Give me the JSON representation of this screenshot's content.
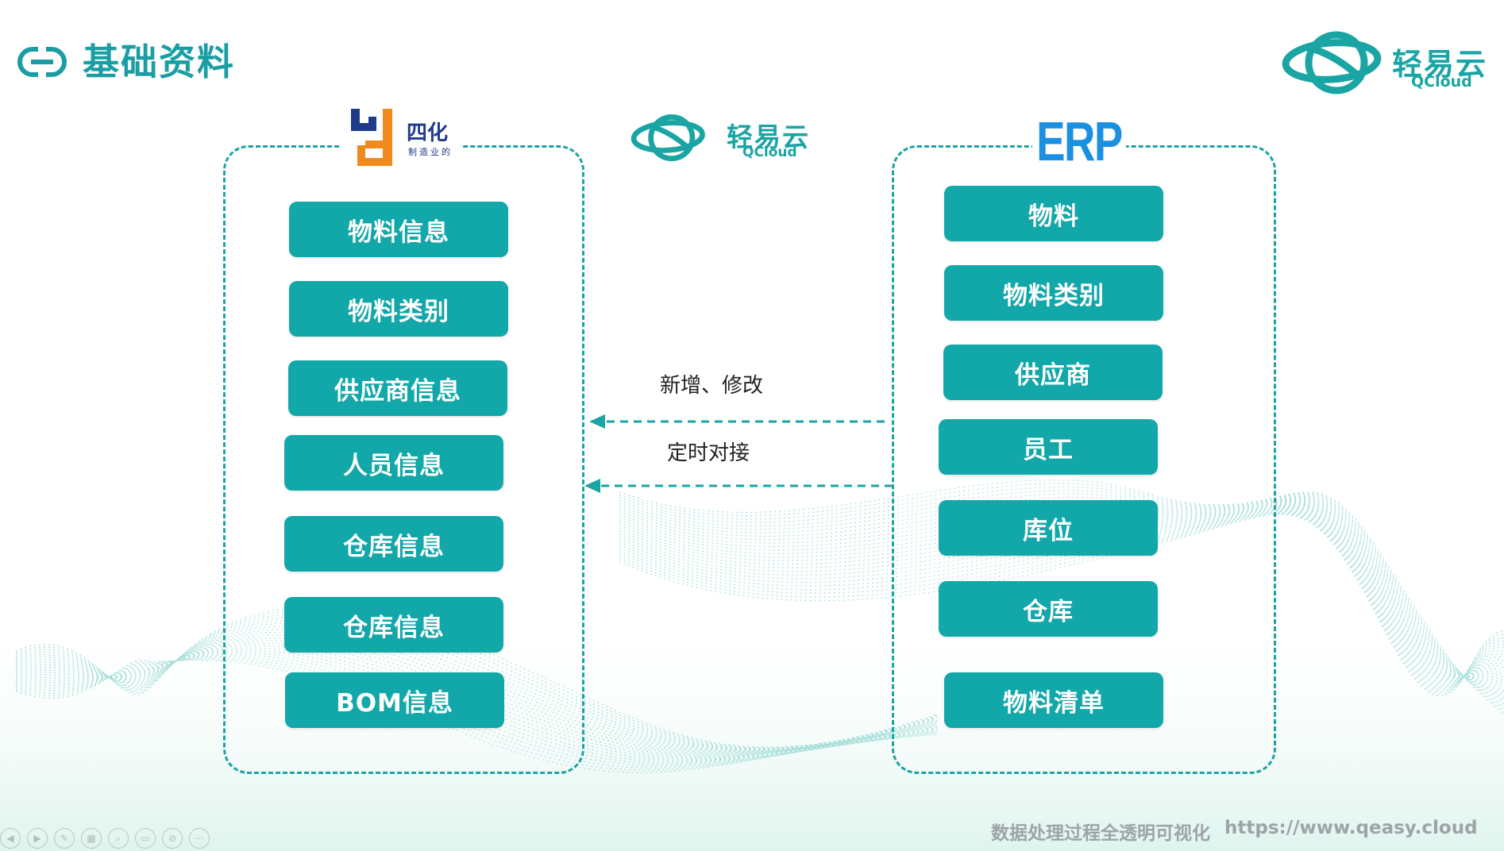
{
  "page": {
    "title": "基础资料"
  },
  "brands": {
    "top_right": {
      "name_cn": "轻易云",
      "name_en": "QCloud"
    },
    "center": {
      "name_cn": "轻易云",
      "name_en": "QCloud"
    },
    "left_logo": {
      "name": "四化",
      "tagline": "制造业的"
    },
    "right_logo": {
      "name": "ERP"
    }
  },
  "left_group": {
    "items": [
      {
        "label": "物料信息"
      },
      {
        "label": "物料类别"
      },
      {
        "label": "供应商信息"
      },
      {
        "label": "人员信息"
      },
      {
        "label": "仓库信息"
      },
      {
        "label": "仓库信息"
      },
      {
        "label": "BOM信息"
      }
    ]
  },
  "right_group": {
    "items": [
      {
        "label": "物料"
      },
      {
        "label": "物料类别"
      },
      {
        "label": "供应商"
      },
      {
        "label": "员工"
      },
      {
        "label": "库位"
      },
      {
        "label": "仓库"
      },
      {
        "label": "物料清单"
      }
    ]
  },
  "connections": [
    {
      "label": "新增、修改",
      "from": "right_group",
      "to": "left_group"
    },
    {
      "label": "定时对接",
      "from": "right_group",
      "to": "left_group"
    }
  ],
  "footer": {
    "slogan": "数据处理过程全透明可视化",
    "url": "https://www.qeasy.cloud"
  },
  "colors": {
    "primary": "#12a7a8",
    "title": "#1a9ea4",
    "erp_blue": "#1b8fe0",
    "logo_orange": "#f08a1c",
    "logo_navy": "#1f3a8a"
  }
}
